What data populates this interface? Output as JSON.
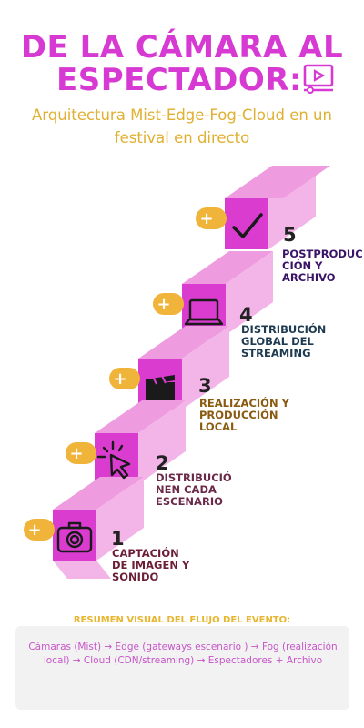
{
  "title": {
    "line1": "DE LA CÁMARA AL",
    "line2": "ESPECTADOR:"
  },
  "subtitle": "Arquitectura Mist-Edge-Fog-Cloud en un festival en directo",
  "steps": [
    {
      "num": "1",
      "lines": [
        "CAPTACIÓN",
        "DE IMAGEN Y",
        "SONIDO"
      ],
      "color": "#6b1e35",
      "icon": "camera-icon"
    },
    {
      "num": "2",
      "lines": [
        "DISTRIBUCIÓ",
        "NEN CADA",
        "ESCENARIO"
      ],
      "color": "#6b2a4a",
      "icon": "cursor-click-icon"
    },
    {
      "num": "3",
      "lines": [
        "REALIZACIÓN Y",
        "PRODUCCIÓN",
        "LOCAL"
      ],
      "color": "#8a5a10",
      "icon": "clapperboard-icon"
    },
    {
      "num": "4",
      "lines": [
        "DISTRIBUCIÓN",
        "GLOBAL DEL",
        "STREAMING"
      ],
      "color": "#1e3a50",
      "icon": "laptop-icon"
    },
    {
      "num": "5",
      "lines": [
        "POSTPRODUC",
        "CIÓN Y",
        "ARCHIVO"
      ],
      "color": "#3a1466",
      "icon": "checkmark-icon"
    }
  ],
  "plus_symbol": "+",
  "summary": {
    "heading": "RESUMEN VISUAL DEL FLUJO DEL EVENTO:",
    "text": "Cámaras (Mist) →  Edge (gateways escenario ) →  Fog (realización local) →  Cloud (CDN/streaming) → Espectadores + Archivo"
  },
  "colors": {
    "title": "#d63ad3",
    "subtitle": "#e0b032",
    "stair_face": "#d93ccf",
    "stair_top": "#ef9be0",
    "stair_side": "#f3b5e8",
    "plus_tab": "#f0b43a"
  }
}
